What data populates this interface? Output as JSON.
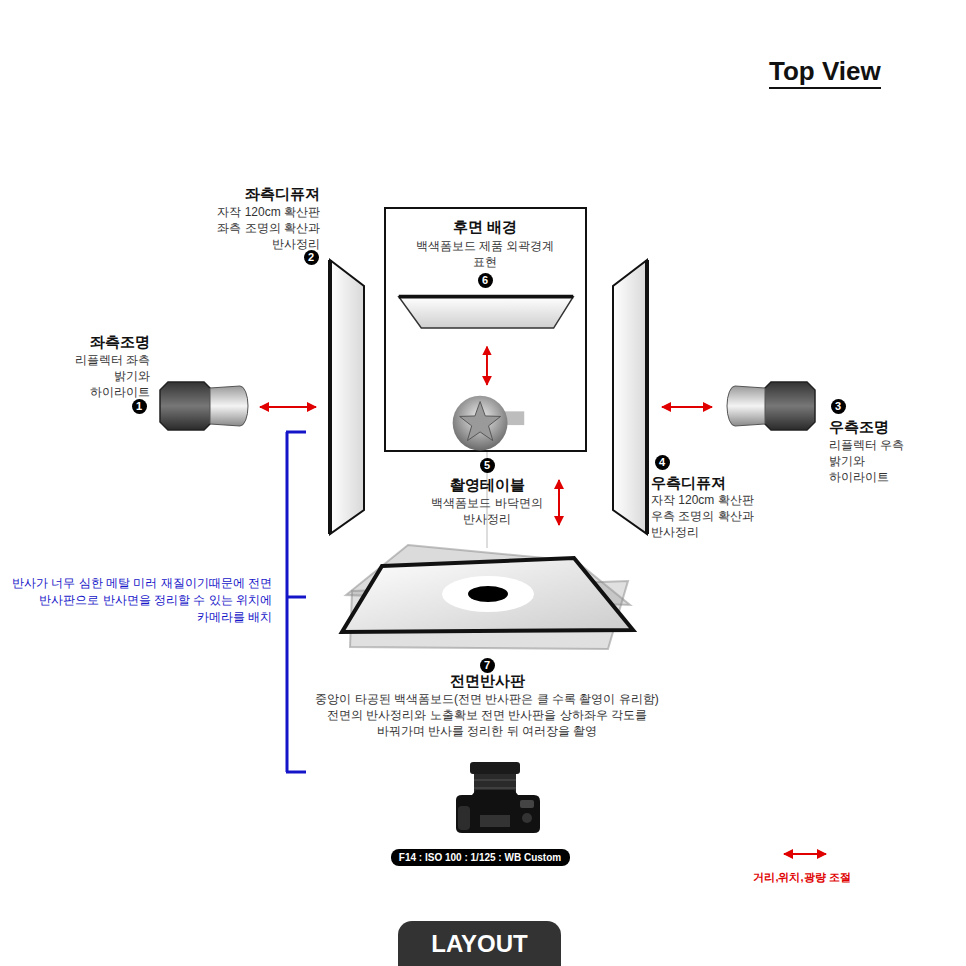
{
  "diagram": {
    "title": "Top View",
    "caption": "LAYOUT",
    "nodes": [
      {
        "text": [
          "좌측디퓨져",
          "자작 120cm 확산판 좌측 조명의 확산과 반사정리",
          "2"
        ]
      },
      {
        "text": [
          "후면 배경",
          "백색폼보드 제품 외곽경계 표현",
          "6"
        ]
      },
      {
        "text": [
          "좌측조명",
          "리플렉터 좌측 밝기와 하이라이트",
          "1"
        ]
      },
      {
        "text": [
          "3",
          "우측조명",
          "리플렉터 우측 밝기와 하이라이트"
        ]
      },
      {
        "text": [
          "4",
          "우측디퓨져",
          "자작 120cm 확산판 우측 조명의 확산과 반사정리"
        ]
      },
      {
        "text": [
          "5",
          "촬영테이블",
          "백색폼보드 바닥면의 반사정리"
        ]
      },
      {
        "text": [
          "7",
          "전면반사판",
          "중앙이 타공된 백색폼보드(전면 반사판은 클 수록 촬영이 유리함) 전면의 반사정리와 노출확보 전면 반사판을 상하좌우 각도를 바꿔가며 반사를 정리한 뒤 여러장을 촬영"
        ]
      },
      {
        "text": [
          "F14 : ISO 100 : 1/125 : WB Custom"
        ]
      }
    ],
    "edges": [
      {
        "from": 2,
        "to": 0,
        "arrow": "both"
      },
      {
        "from": 3,
        "to": 4,
        "arrow": "both"
      },
      {
        "from": 1,
        "to": 6,
        "arrow": "both"
      }
    ],
    "labels": [
      "반사가 너무 심한 메탈 미러 재질이기때문에 전면 반사판으로 반사면을 정리할 수 있는 위치에 카메라를 배치"
    ],
    "legend": [
      {
        "text": "거리,위치,광량 조절"
      }
    ]
  }
}
